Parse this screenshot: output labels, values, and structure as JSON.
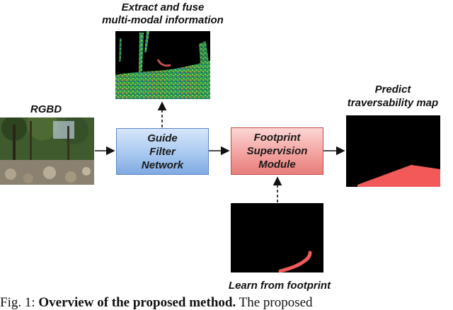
{
  "labels": {
    "extract_line1": "Extract and fuse",
    "extract_line2": "multi-modal information",
    "rgbd": "RGBD",
    "predict_line1": "Predict",
    "predict_line2": "traversability map",
    "learn": "Learn from footprint"
  },
  "boxes": {
    "guide": [
      "Guide",
      "Filter",
      "Network"
    ],
    "footprint": [
      "Footprint",
      "Supervision",
      "Module"
    ]
  },
  "caption": {
    "prefix": "Fig. 1: ",
    "bold": "Overview of the proposed method.",
    "rest": " The proposed"
  },
  "colors": {
    "guide_box": "#a9c9f0",
    "footprint_box": "#f3a3a0",
    "traversable_region": "#f25a5a",
    "arrow": "#111111"
  }
}
